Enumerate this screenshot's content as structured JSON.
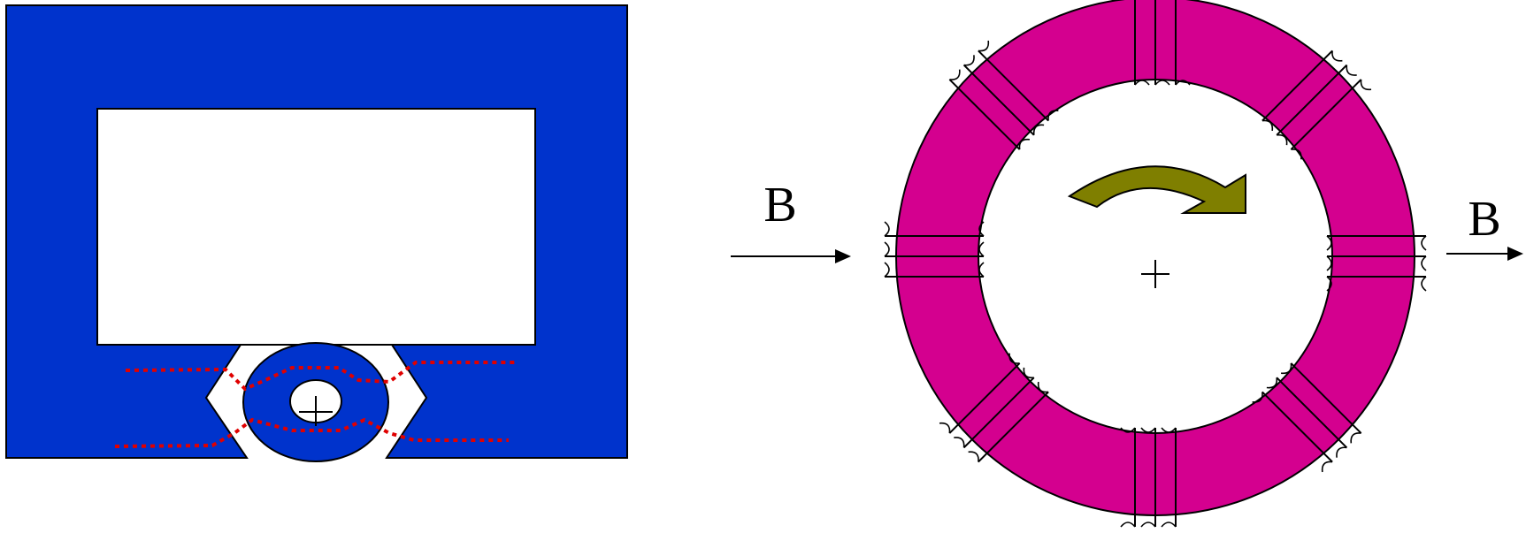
{
  "labels": {
    "field_left": "B",
    "field_right": "B",
    "center_mark_left": "+",
    "center_mark_right": "+"
  },
  "colors": {
    "yoke": "#0033CC",
    "toroid": "#D4008F",
    "rotation_arrow": "#7F7F00",
    "flux_lines": "#E00000",
    "outline": "#000000",
    "background": "#FFFFFF"
  },
  "winding_groups": 8,
  "turns_per_group": 3
}
